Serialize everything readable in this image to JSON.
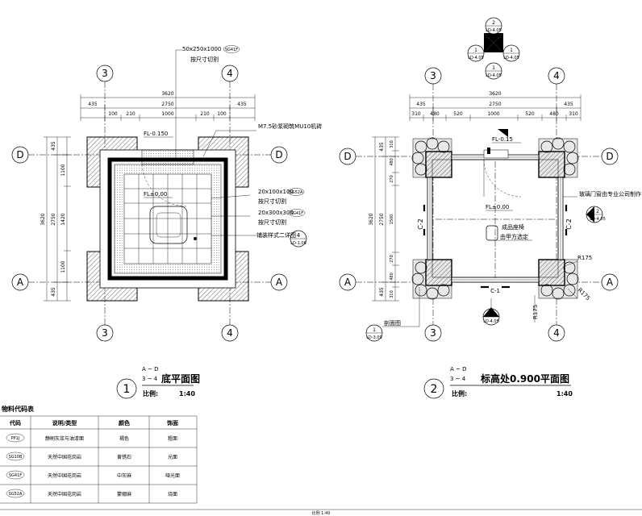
{
  "grid_labels": {
    "col_left": "3",
    "col_right": "4",
    "row_top": "D",
    "row_bottom": "A"
  },
  "plan1": {
    "dims_top_total": "3620",
    "dims_top_mid": [
      "435",
      "2750",
      "435"
    ],
    "dims_top_inner": [
      "100",
      "210",
      "1000",
      "210",
      "100"
    ],
    "dims_left_total": "3620",
    "dims_left_mid": [
      "435",
      "2750",
      "435"
    ],
    "dims_left_inner": [
      "1100",
      "1420",
      "1100"
    ],
    "callout_top_line1": "50x250x1000",
    "callout_top_tag": "SG41F",
    "callout_top_line2": "按尺寸切割",
    "note_mortar": "M7.5砂浆砌筑MU10机砖",
    "fl_top": "FL-0.150",
    "fl_center": "FL±0.00",
    "callout_r1_line1": "20x100x100",
    "callout_r1_tag": "SG52A",
    "callout_r1_line2": "按尺寸切割",
    "callout_r2_line1": "20x300x300",
    "callout_r2_tag": "SG41F",
    "callout_r2_line2": "按尺寸切割",
    "callout_r3": "铺装样式二详图",
    "detail_top": "4",
    "detail_bottom": "LD-1.06",
    "title_num": "1",
    "title_axis_a": "A ~ D",
    "title_axis_b": "3 ~ 4",
    "title_text": "底平面图",
    "scale_label": "比例:",
    "scale_value": "1:40"
  },
  "plan2": {
    "dims_top_total": "3620",
    "dims_top_mid": [
      "435",
      "2750",
      "435"
    ],
    "dims_top_inner": [
      "310",
      "480",
      "520",
      "1000",
      "520",
      "480",
      "310"
    ],
    "dims_left_total": "3620",
    "dims_left_mid": [
      "435",
      "2750",
      "435"
    ],
    "dims_left_inner": [
      "310",
      "480",
      "270",
      "1500",
      "270",
      "480",
      "310"
    ],
    "fl_top": "FL-0.15",
    "fl_center": "FL±0.00",
    "section_c1": "C-1",
    "section_c2": "C-2",
    "note_glass": "玻璃门窗由专业公司制作",
    "note_bench_1": "成品座椅",
    "note_bench_2": "由甲方选定",
    "radius_a": "R175",
    "radius_b": "R175",
    "radius_c": "R175",
    "callout_section": "剖面图",
    "detail_section_top": "1",
    "detail_section_bottom": "LD-3.09",
    "compass_top": "2",
    "compass_left": "1",
    "compass_right": "1",
    "compass_bottom": "1",
    "compass_ref": "LD-4.05",
    "detail_right_top": "2",
    "detail_right_bottom": "LD-4.05",
    "detail_bottom_top": "1",
    "detail_bottom_bottom": "LD-4.05",
    "title_num": "2",
    "title_axis_a": "A ~ D",
    "title_axis_b": "3 ~ 4",
    "title_text": "标高处0.900平面图",
    "scale_label": "比例:",
    "scale_value": "1:40"
  },
  "legend": {
    "title": "物料代码表",
    "headers": [
      "代码",
      "说明/类型",
      "颜色",
      "饰面"
    ],
    "rows": [
      {
        "code": "PP1J",
        "desc": "静刷灰浆与油漆面",
        "color": "褐色",
        "finish": "粗面"
      },
      {
        "code": "SG10B",
        "desc": "天然中国花岗岩",
        "color": "黄锈石",
        "finish": "光面"
      },
      {
        "code": "SG41F",
        "desc": "天然中国花岗岩",
        "color": "中灰麻",
        "finish": "哑光面"
      },
      {
        "code": "SG52A",
        "desc": "天然中国花岗岩",
        "color": "蒙娜麻",
        "finish": "烧面"
      }
    ]
  },
  "footer": "比例 1:40"
}
